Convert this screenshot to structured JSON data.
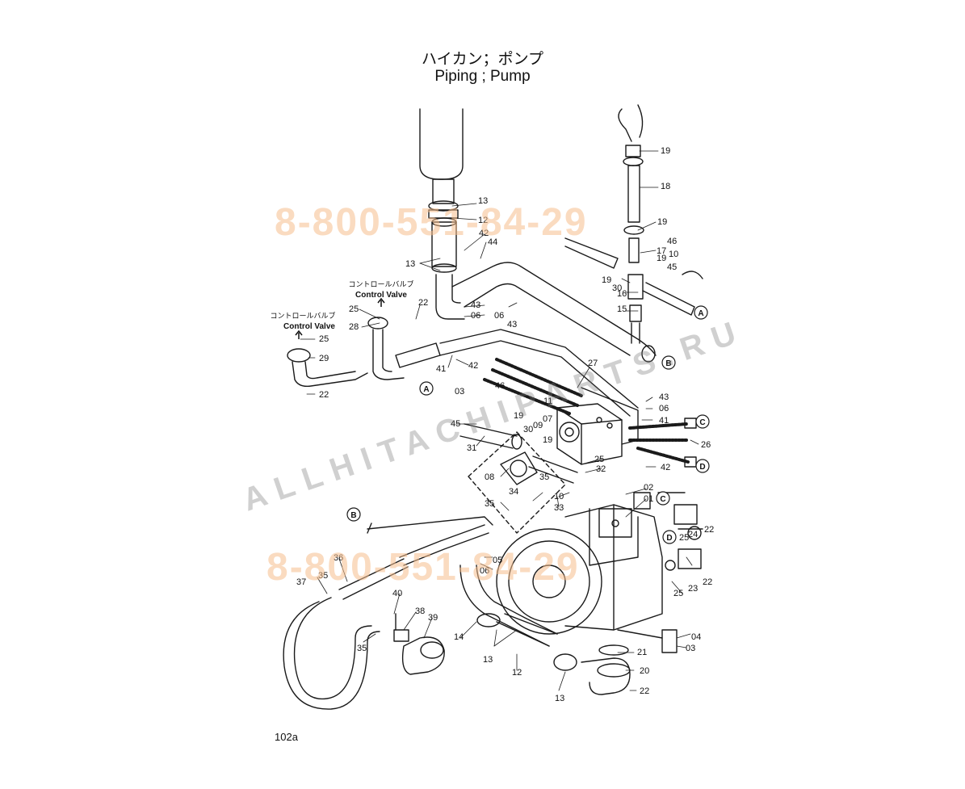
{
  "title_jp": "ハイカン；ポンプ",
  "title_en": "Piping ; Pump",
  "page_number": "102a",
  "watermark_phone_top": "8-800-551-84-29",
  "watermark_phone_bottom": "8-800-551-84-29",
  "watermark_site": "ALLHITACHIPARTS.RU",
  "control_valve_jp": "コントロールバルブ",
  "control_valve_en": "Control Valve",
  "callouts": [
    "01",
    "02",
    "03",
    "04",
    "05",
    "06",
    "07",
    "08",
    "09",
    "10",
    "11",
    "12",
    "13",
    "14",
    "15",
    "16",
    "17",
    "18",
    "19",
    "20",
    "21",
    "22",
    "23",
    "24",
    "25",
    "26",
    "27",
    "28",
    "29",
    "30",
    "31",
    "32",
    "33",
    "34",
    "35",
    "36",
    "37",
    "38",
    "39",
    "40",
    "41",
    "42",
    "43",
    "44",
    "45",
    "46"
  ],
  "connectors": [
    "A",
    "B",
    "C",
    "D"
  ],
  "colors": {
    "line": "#1a1a1a",
    "watermark_phone": "#f5be8c",
    "watermark_site": "#999999"
  }
}
